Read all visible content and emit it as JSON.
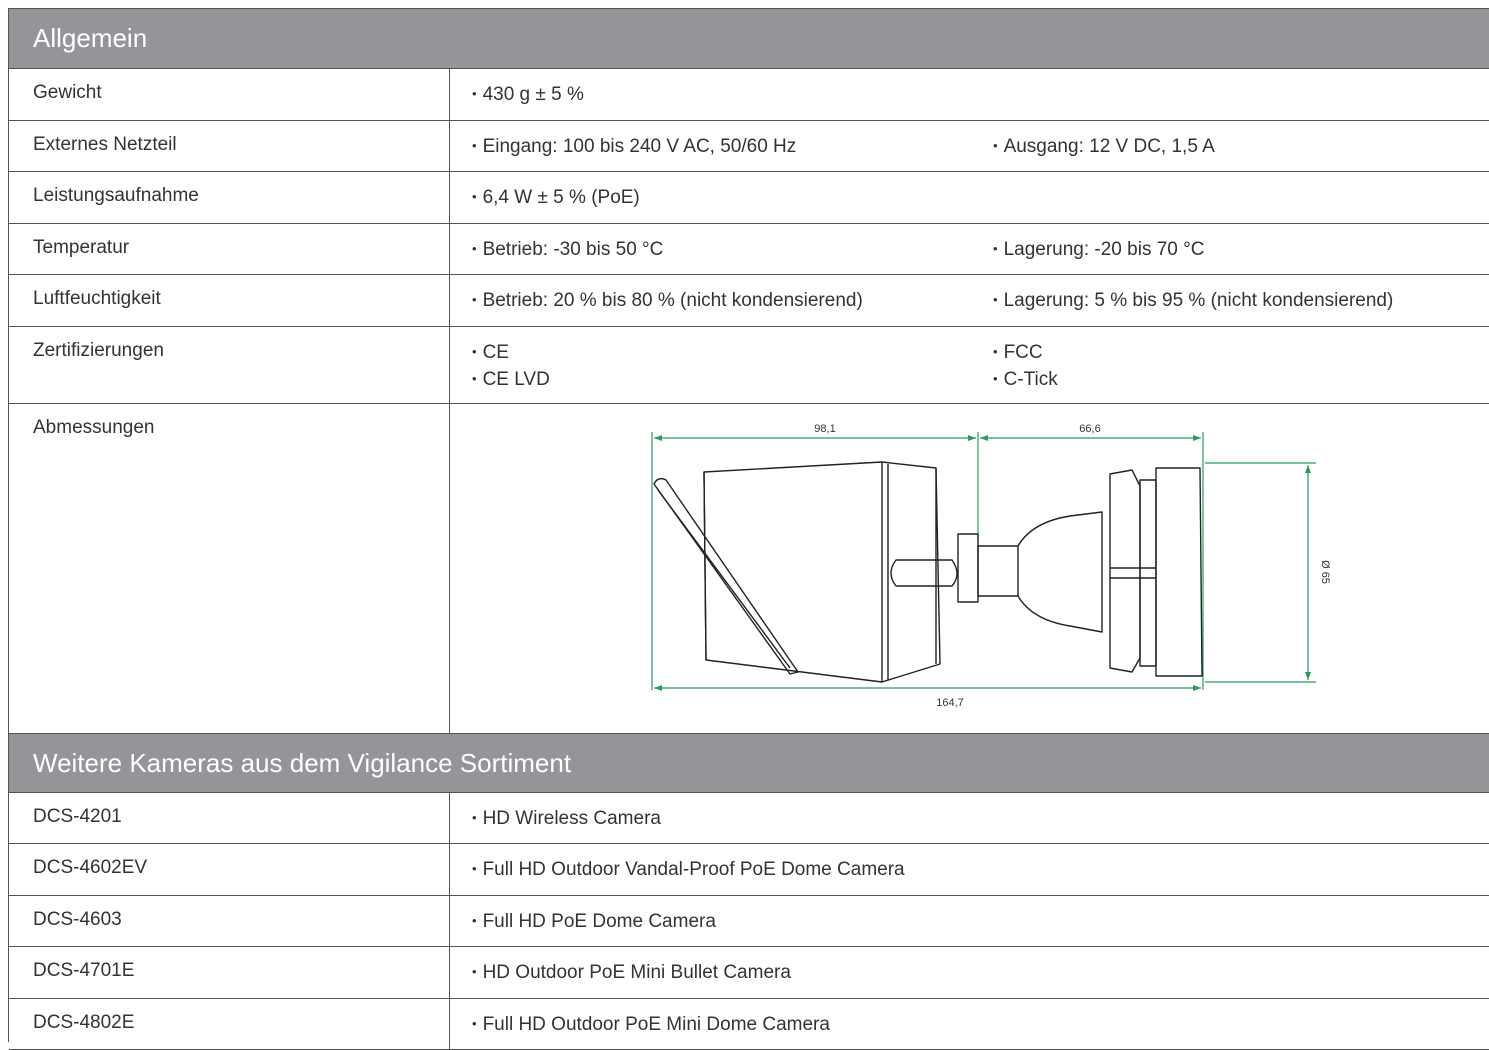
{
  "section1": {
    "title": "Allgemein",
    "rows": [
      {
        "label": "Gewicht",
        "values": [
          "430 g ± 5 %"
        ]
      },
      {
        "label": "Externes Netzteil",
        "values": [
          "Eingang: 100 bis 240 V AC, 50/60 Hz",
          "Ausgang: 12 V DC, 1,5 A"
        ]
      },
      {
        "label": "Leistungsaufnahme",
        "values": [
          "6,4 W ± 5 % (PoE)"
        ]
      },
      {
        "label": "Temperatur",
        "values": [
          "Betrieb: -30 bis 50 °C",
          "Lagerung: -20 bis 70 °C"
        ]
      },
      {
        "label": "Luftfeuchtigkeit",
        "values": [
          "Betrieb: 20 % bis 80 % (nicht kondensierend)",
          "Lagerung: 5 % bis 95 % (nicht kondensierend)"
        ]
      },
      {
        "label": "Zertifizierungen",
        "col1": [
          "CE",
          "CE LVD"
        ],
        "col2": [
          "FCC",
          "C-Tick"
        ]
      },
      {
        "label": "Abmessungen"
      }
    ],
    "dimensions": {
      "body_length": "98,1",
      "mount_length": "66,6",
      "total_length": "164,7",
      "diameter": "Ø 65"
    }
  },
  "section2": {
    "title": "Weitere Kameras aus dem Vigilance Sortiment",
    "rows": [
      {
        "label": "DCS-4201",
        "value": "HD Wireless Camera"
      },
      {
        "label": "DCS-4602EV",
        "value": "Full HD Outdoor Vandal-Proof PoE Dome Camera"
      },
      {
        "label": "DCS-4603",
        "value": "Full HD PoE Dome Camera"
      },
      {
        "label": "DCS-4701E",
        "value": "HD Outdoor PoE Mini Bullet Camera"
      },
      {
        "label": "DCS-4802E",
        "value": "Full HD Outdoor PoE Mini Dome Camera"
      }
    ]
  },
  "colors": {
    "header_bg": "#939598",
    "dimension_line": "#2e9a5c"
  }
}
